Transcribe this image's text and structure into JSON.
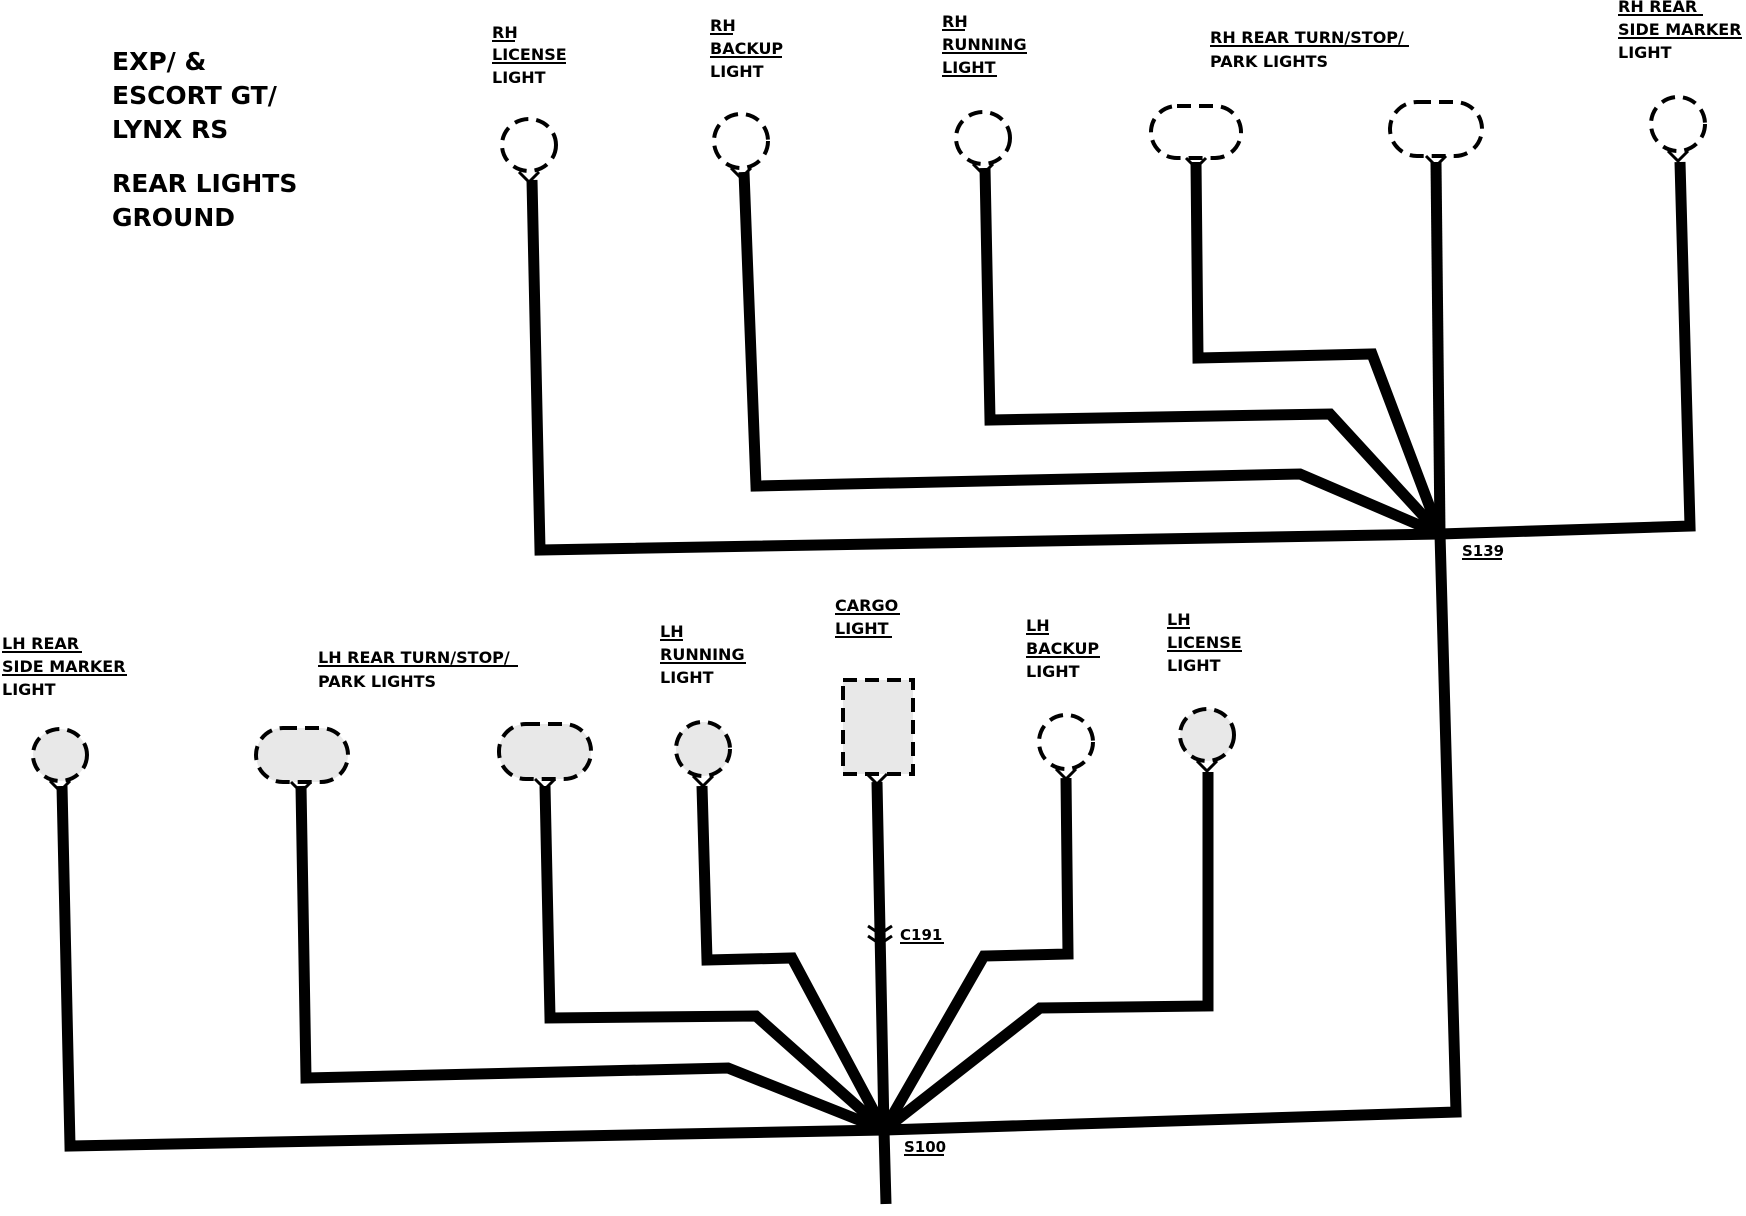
{
  "title": {
    "lines": [
      "EXP/ &",
      "ESCORT GT/",
      "LYNX RS"
    ],
    "subtitle_lines": [
      "REAR LIGHTS",
      "GROUND"
    ]
  },
  "rh_components": [
    {
      "id": "rh-license-light",
      "lines": [
        "RH",
        "LICENSE",
        "LIGHT"
      ],
      "underlined": 2
    },
    {
      "id": "rh-backup-light",
      "lines": [
        "RH",
        "BACKUP",
        "LIGHT"
      ],
      "underlined": 2
    },
    {
      "id": "rh-running-light",
      "lines": [
        "RH",
        "RUNNING",
        "LIGHT"
      ],
      "underlined": 3
    },
    {
      "id": "rh-rear-turn-stop-park-lights",
      "lines": [
        "RH REAR TURN/STOP/",
        "PARK LIGHTS"
      ],
      "underlined": 1
    },
    {
      "id": "rh-rear-side-marker-light",
      "lines": [
        "RH REAR",
        "SIDE MARKER",
        "LIGHT"
      ],
      "underlined": 2
    }
  ],
  "lh_components": [
    {
      "id": "lh-rear-side-marker-light",
      "lines": [
        "LH REAR",
        "SIDE MARKER",
        "LIGHT"
      ],
      "underlined": 2
    },
    {
      "id": "lh-rear-turn-stop-park-lights",
      "lines": [
        "LH REAR TURN/STOP/",
        "PARK LIGHTS"
      ],
      "underlined": 1
    },
    {
      "id": "lh-running-light",
      "lines": [
        "LH",
        "RUNNING",
        "LIGHT"
      ],
      "underlined": 2
    },
    {
      "id": "cargo-light",
      "lines": [
        "CARGO",
        "LIGHT"
      ],
      "underlined": 2
    },
    {
      "id": "lh-backup-light",
      "lines": [
        "LH",
        "BACKUP",
        "LIGHT"
      ],
      "underlined": 2
    },
    {
      "id": "lh-license-light",
      "lines": [
        "LH",
        "LICENSE",
        "LIGHT"
      ],
      "underlined": 2
    }
  ],
  "splices": {
    "s139": "S139",
    "s100": "S100",
    "c191": "C191"
  }
}
